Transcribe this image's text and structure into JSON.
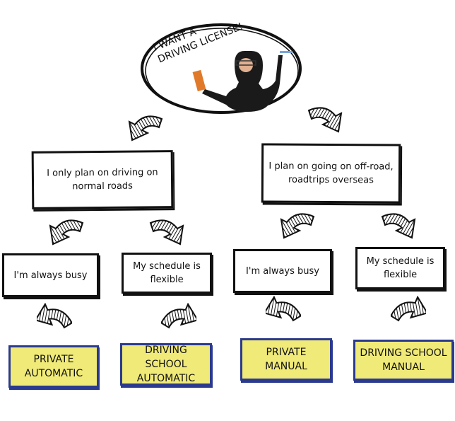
{
  "title_bubble": {
    "text_line1": "I WANT A",
    "text_line2": "DRIVING LICENSE!"
  },
  "branches": [
    {
      "label": "I only plan on driving on normal roads",
      "options": [
        {
          "label": "I'm always busy",
          "result_line1": "PRIVATE",
          "result_line2": "AUTOMATIC"
        },
        {
          "label": "My schedule is flexible",
          "result_line1": "DRIVING SCHOOL",
          "result_line2": "AUTOMATIC"
        }
      ]
    },
    {
      "label": "I plan on going on off-road, roadtrips overseas",
      "options": [
        {
          "label": "I'm always busy",
          "result_line1": "PRIVATE",
          "result_line2": "MANUAL"
        },
        {
          "label": "My schedule is flexible",
          "result_line1": "DRIVING SCHOOL",
          "result_line2": "MANUAL"
        }
      ]
    }
  ],
  "colors": {
    "result_fill": "#f0ea78",
    "result_border": "#2b3a8f",
    "ink": "#111111"
  }
}
